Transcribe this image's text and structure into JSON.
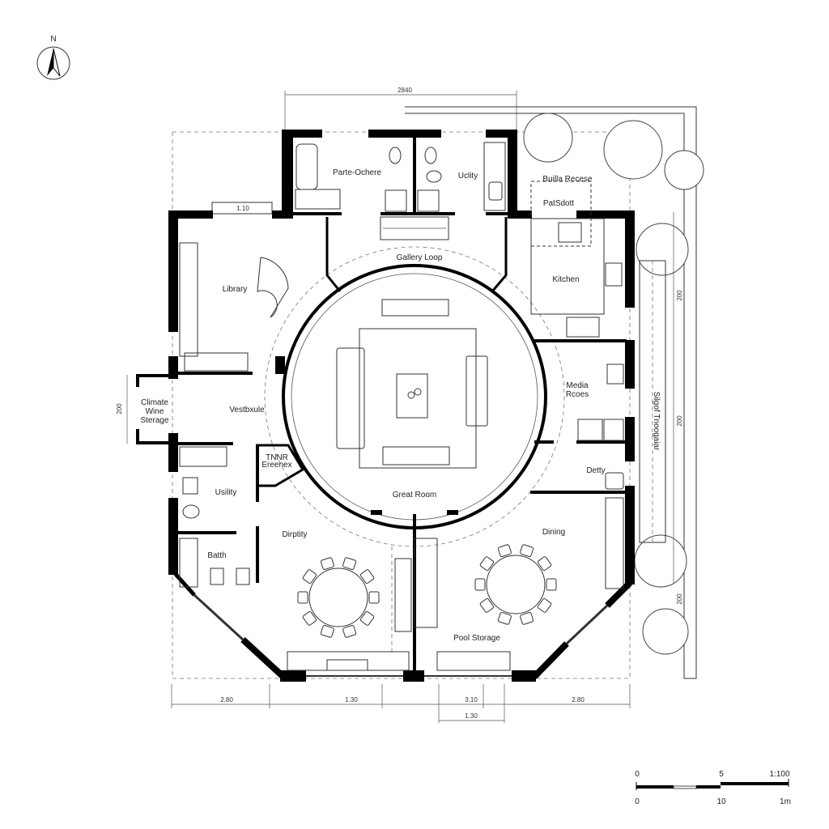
{
  "north": {
    "label": "N"
  },
  "rooms": {
    "porte_cochere": "Parte-Ochere",
    "utility_top": "Uclity",
    "build_recess": "Builla Recese",
    "build_recess_sub": "PatSdott",
    "gallery_loop": "Gallery Loop",
    "library": "Library",
    "kitchen": "Kitchen",
    "wine_1": "Climate",
    "wine_2": "Wine",
    "wine_3": "Sterage",
    "vestibule": "Vestbxule",
    "media_1": "Media",
    "media_2": "Rcoes",
    "closet_1": "TNNR",
    "closet_2": "Ereenex",
    "utility_left": "Usility",
    "detty": "Detty",
    "great_room": "Great Room",
    "dirptity": "Dirptity",
    "dining": "Dining",
    "bath": "Batth",
    "pool_storage": "Pool Storage",
    "side_path": "Silgof Tnoogaiar"
  },
  "dimensions": {
    "top": "2840",
    "library_window": "1.10",
    "left": "200",
    "right_1": "200",
    "right_2": "200",
    "right_3": "200",
    "bottom": [
      "2.80",
      "1.30",
      "3.10",
      "2.80"
    ],
    "bottom_sub": "1.30"
  },
  "scale_bar": {
    "top_labels": [
      "0",
      "5",
      "1:100"
    ],
    "bottom_labels": [
      "0",
      "10",
      "1m"
    ]
  }
}
